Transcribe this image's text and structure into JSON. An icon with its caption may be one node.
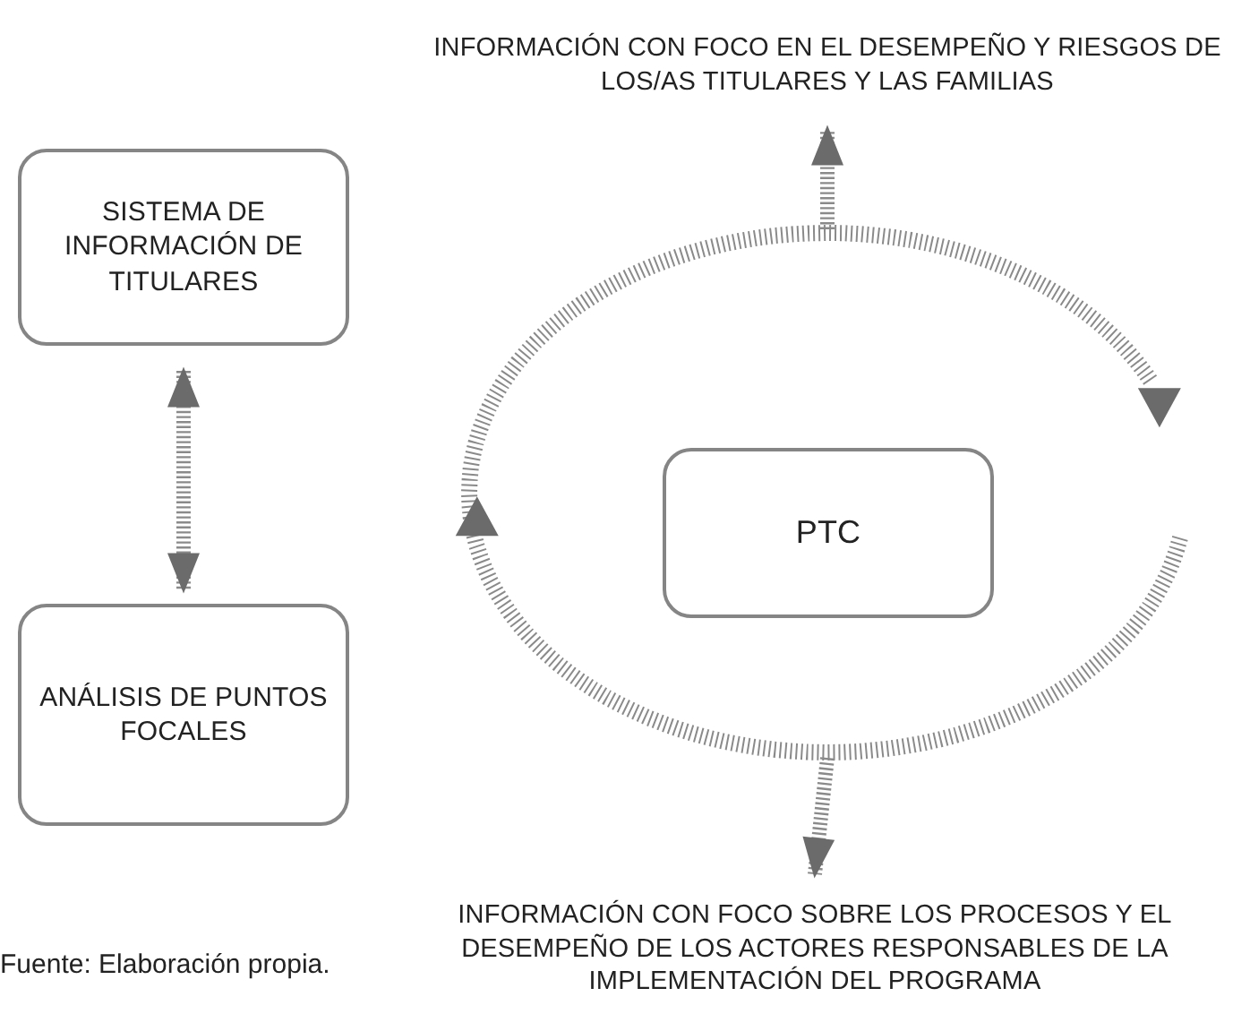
{
  "diagram": {
    "caption": "Fuente: Elaboración propia.",
    "nodes": [
      {
        "text": [
          "INFORMACIÓN CON FOCO EN EL DESEMPEÑO Y RIESGOS DE LOS/AS TITULARES Y LAS FAMILIAS"
        ]
      },
      {
        "text": [
          "SISTEMA DE INFORMACIÓN DE TITULARES"
        ]
      },
      {
        "text": [
          "ANÁLISIS DE PUNTOS FOCALES"
        ]
      },
      {
        "text": [
          "PTC"
        ]
      },
      {
        "text": [
          "INFORMACIÓN CON FOCO SOBRE LOS PROCESOS Y EL DESEMPEÑO DE LOS ACTORES RESPONSABLES DE LA IMPLEMENTACIÓN DEL PROGRAMA"
        ]
      }
    ],
    "edges": [
      {
        "from": 1,
        "to": 2,
        "arrow": "both"
      },
      {
        "from": null,
        "to": 0,
        "arrow": "to"
      },
      {
        "from": null,
        "to": 4,
        "arrow": "to"
      }
    ]
  }
}
